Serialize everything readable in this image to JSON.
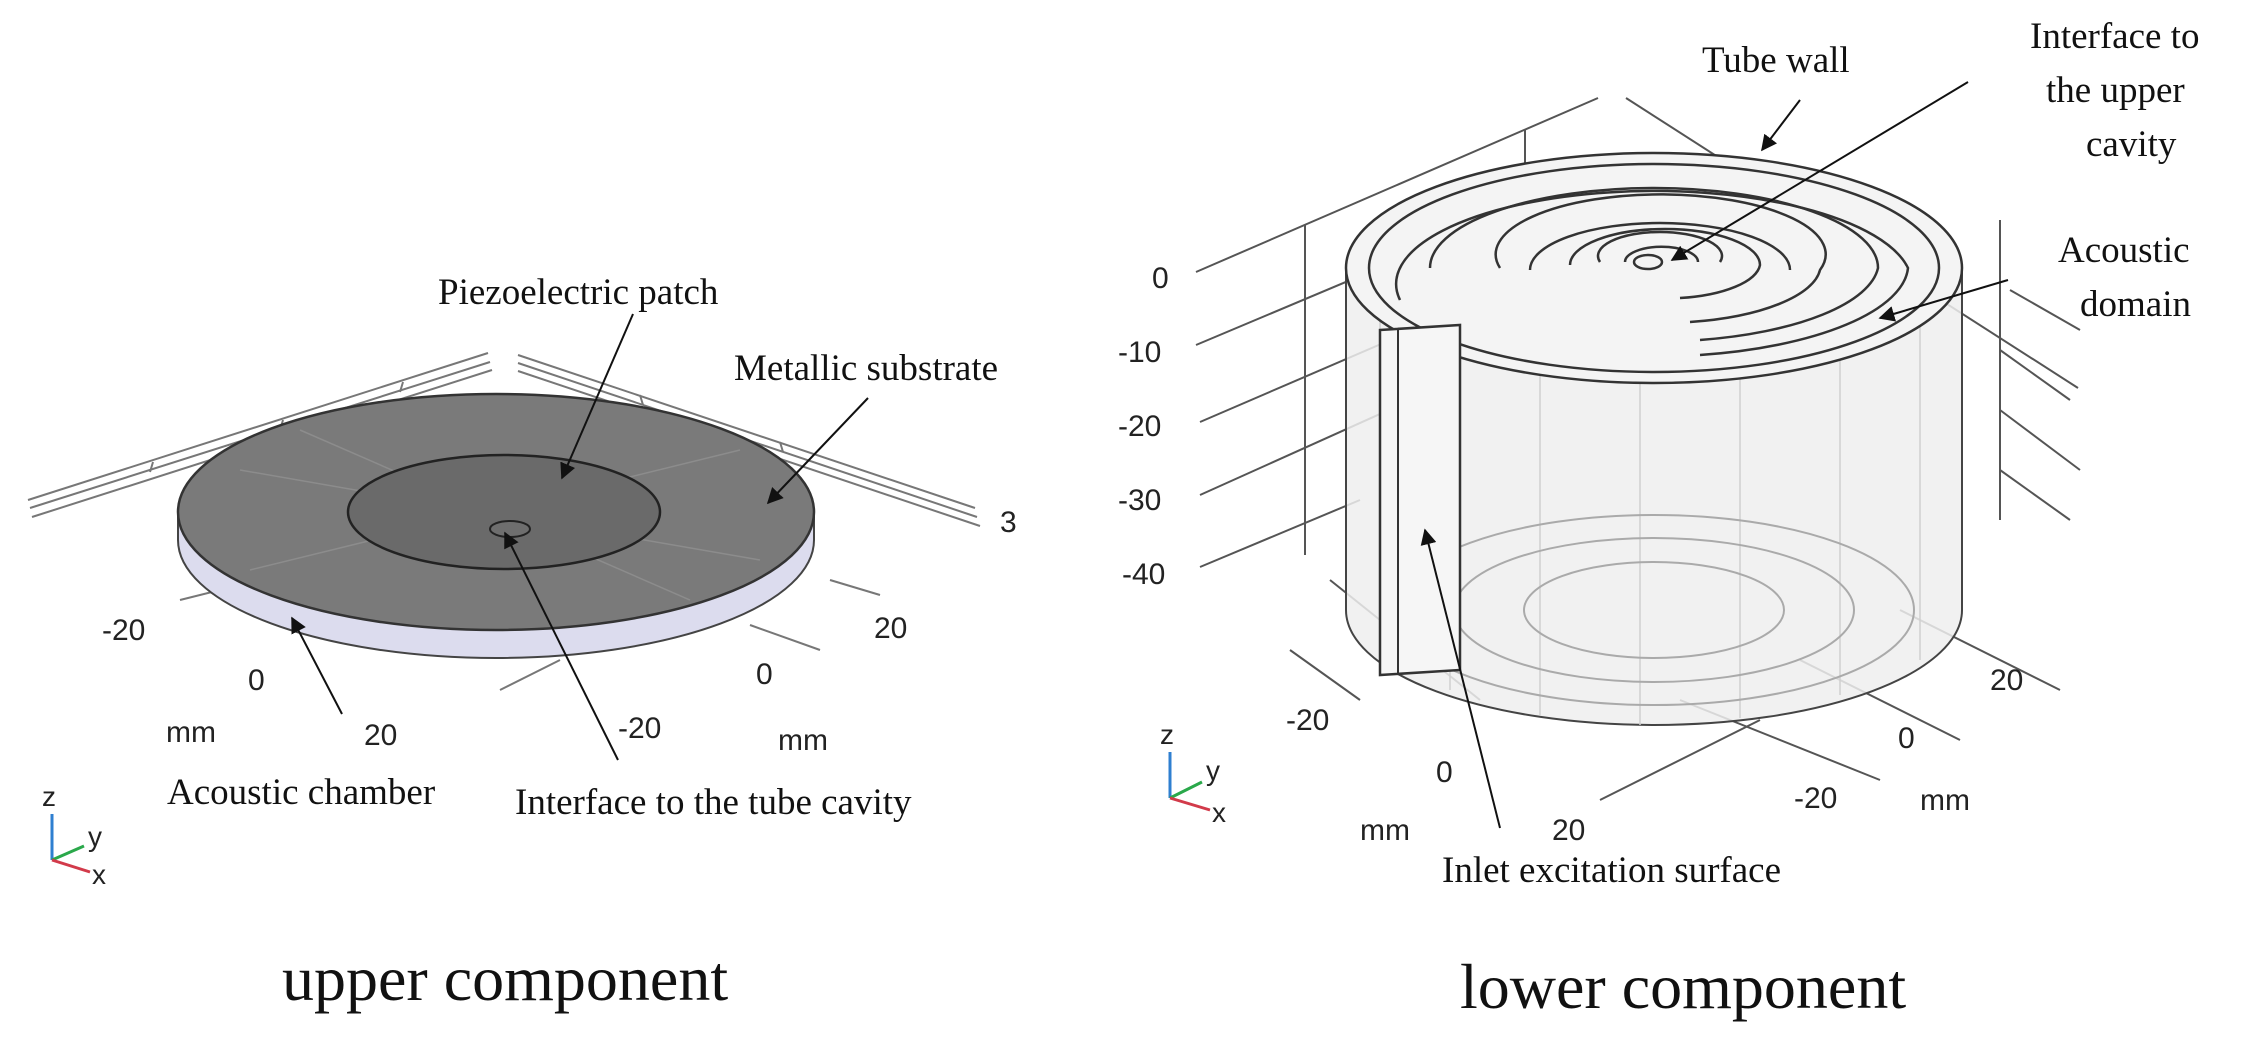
{
  "upper": {
    "caption": "upper component",
    "labels": {
      "piezo": "Piezoelectric patch",
      "substrate": "Metallic substrate",
      "chamber": "Acoustic chamber",
      "interface": "Interface to the tube cavity"
    },
    "ticks": {
      "x_left": [
        "-20",
        "0",
        "20"
      ],
      "x_right": [
        "20",
        "0",
        "-20"
      ],
      "z": [
        "3"
      ],
      "unit_left": "mm",
      "unit_right": "mm"
    },
    "triad": {
      "z": "z",
      "y": "y",
      "x": "x"
    }
  },
  "lower": {
    "caption": "lower component",
    "labels": {
      "tube_wall": "Tube wall",
      "interface_upper": [
        "Interface to",
        "the upper",
        "cavity"
      ],
      "acoustic_domain": [
        "Acoustic",
        "domain"
      ],
      "inlet": "Inlet excitation surface"
    },
    "ticks": {
      "z": [
        "0",
        "-10",
        "-20",
        "-30",
        "-40"
      ],
      "x_left": [
        "-20",
        "0",
        "20"
      ],
      "x_right": [
        "20",
        "0",
        "-20"
      ],
      "unit_left": "mm",
      "unit_right": "mm"
    },
    "triad": {
      "z": "z",
      "y": "y",
      "x": "x"
    }
  },
  "colors": {
    "disk_top": "#7a7a7a",
    "disk_side": "#dcdcee",
    "patch": "#6a6a6a",
    "cyl_fill": "#eeeeee",
    "axis_z": "#2f7fd0",
    "axis_y": "#2aa84a",
    "axis_x": "#d23a4a"
  }
}
